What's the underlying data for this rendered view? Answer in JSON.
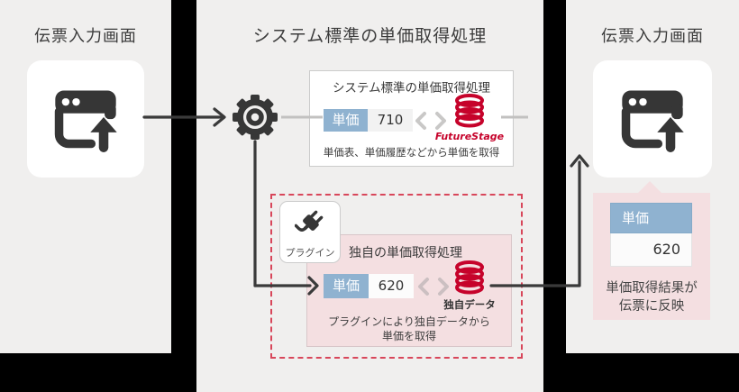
{
  "left_panel": {
    "title": "伝票入力画面"
  },
  "middle_panel": {
    "title": "システム標準の単価取得処理",
    "standard_box": {
      "header": "システム標準の単価取得処理",
      "price_label": "単価",
      "price_value": "710",
      "datasource_label": "FutureStage",
      "caption": "単価表、単価履歴などから単価を取得"
    },
    "plugin_badge_label": "プラグイン",
    "custom_box": {
      "header": "独自の単価取得処理",
      "price_label": "単価",
      "price_value": "620",
      "datasource_label": "独自データ",
      "caption_line1": "プラグインにより独自データから",
      "caption_line2": "単価を取得"
    }
  },
  "right_panel": {
    "title": "伝票入力画面",
    "result_card": {
      "header": "単価",
      "value": "620"
    },
    "caption_line1": "単価取得結果が",
    "caption_line2": "伝票に反映"
  },
  "icons": [
    "browser-upload-icon",
    "gear-icon",
    "plug-icon",
    "database-icon-futurestage",
    "database-icon-custom",
    "sync-double-arrow-icon"
  ],
  "colors": {
    "panel_bg": "#f0efee",
    "accent_blue": "#8fb2d0",
    "brand_red": "#c6032b",
    "plugin_dashed_red": "#d8465a",
    "pink_bg": "#f4dfe1",
    "connector_dark": "#3a3a3a",
    "connector_gray": "#c2c1c0"
  }
}
